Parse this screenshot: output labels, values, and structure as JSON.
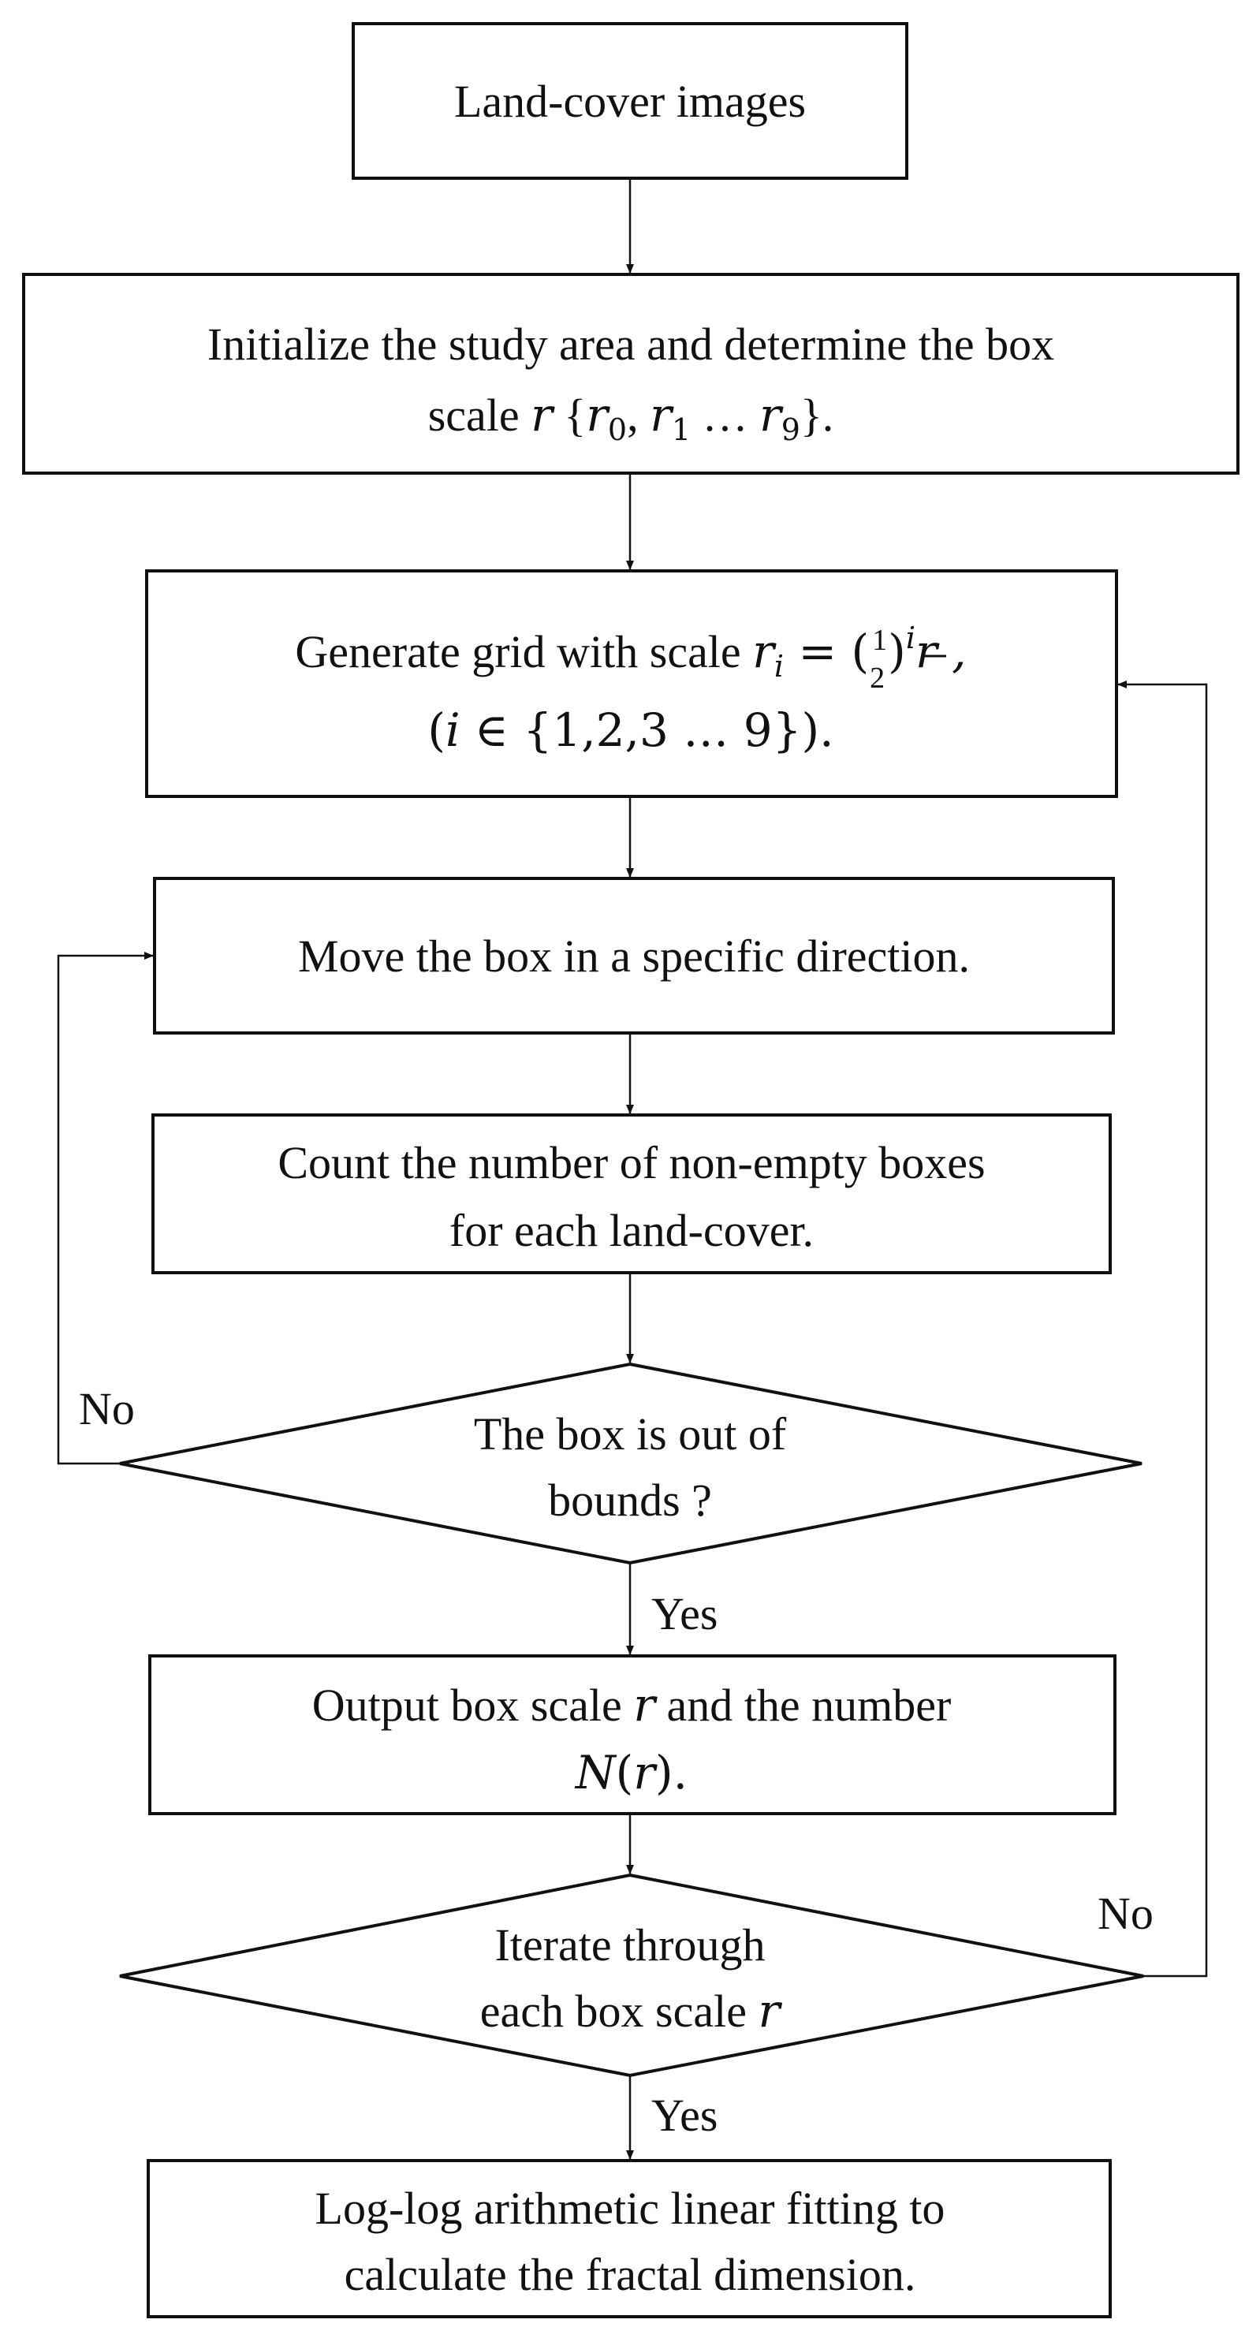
{
  "flowchart": {
    "nodes": {
      "land_cover_images": {
        "text": "Land-cover images"
      },
      "initialize": {
        "line1": "Initialize the study area and determine the box",
        "line2_prefix": "scale ",
        "line2_var": "r",
        "line2_set_open": " {",
        "line2_r": "r",
        "line2_sub0": "0",
        "line2_comma": ", ",
        "line2_sub1": "1",
        "line2_ellipsis": " … ",
        "line2_sub9": "9",
        "line2_close": "}."
      },
      "generate_grid": {
        "line1_prefix": "Generate grid with scale ",
        "r": "r",
        "sub_i": "i",
        "equals": " = (",
        "frac_num": "1",
        "frac_den": "2",
        "close": ")",
        "sup_i": "i",
        "after": "r ,",
        "line2_open": "(",
        "line2_i": "i",
        "line2_rest": " ∈ {1,2,3 … 9})."
      },
      "move_box": {
        "text": "Move the box in a specific direction."
      },
      "count_boxes": {
        "line1": "Count the number of non-empty boxes",
        "line2": "for each land-cover."
      },
      "out_of_bounds": {
        "line1": "The box is out of",
        "line2": "bounds ?"
      },
      "output": {
        "line1_prefix": "Output box scale ",
        "line1_var": "r",
        "line1_suffix": " and the number",
        "line2_N": "N",
        "line2_open": "(",
        "line2_r": "r",
        "line2_close": ")."
      },
      "iterate": {
        "line1": "Iterate through",
        "line2_prefix": "each box scale ",
        "line2_var": "r"
      },
      "fitting": {
        "line1": "Log-log arithmetic linear fitting to",
        "line2": "calculate the fractal dimension."
      }
    },
    "edge_labels": {
      "bounds_no": "No",
      "bounds_yes": "Yes",
      "iterate_no": "No",
      "iterate_yes": "Yes"
    }
  }
}
